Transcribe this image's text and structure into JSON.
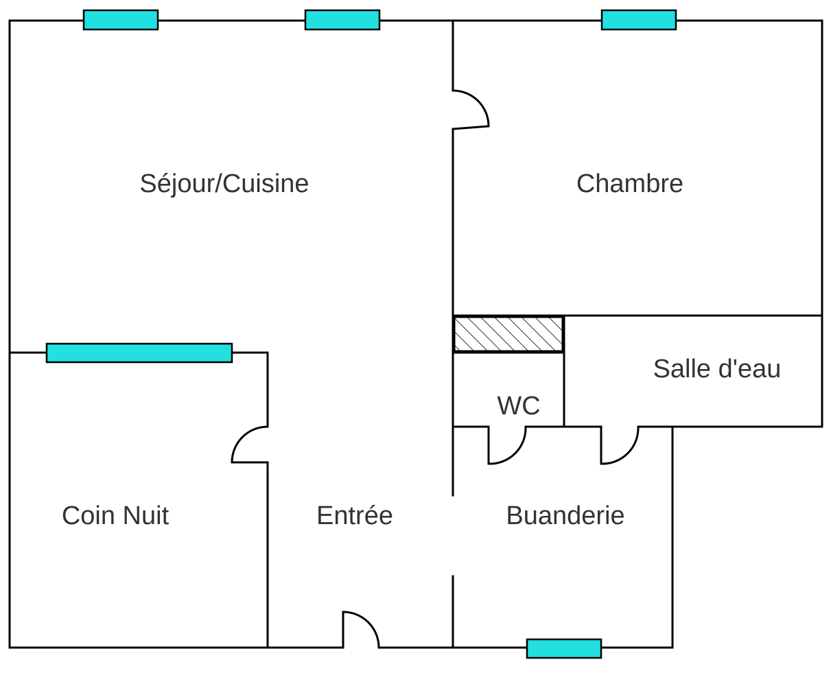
{
  "colors": {
    "wall": "#000000",
    "window": "#22e0e0",
    "label": "#333333",
    "background": "#ffffff"
  },
  "rooms": {
    "sejour_cuisine": "Séjour/Cuisine",
    "chambre": "Chambre",
    "salle_deau": "Salle d'eau",
    "wc": "WC",
    "coin_nuit": "Coin Nuit",
    "entree": "Entrée",
    "buanderie": "Buanderie"
  }
}
